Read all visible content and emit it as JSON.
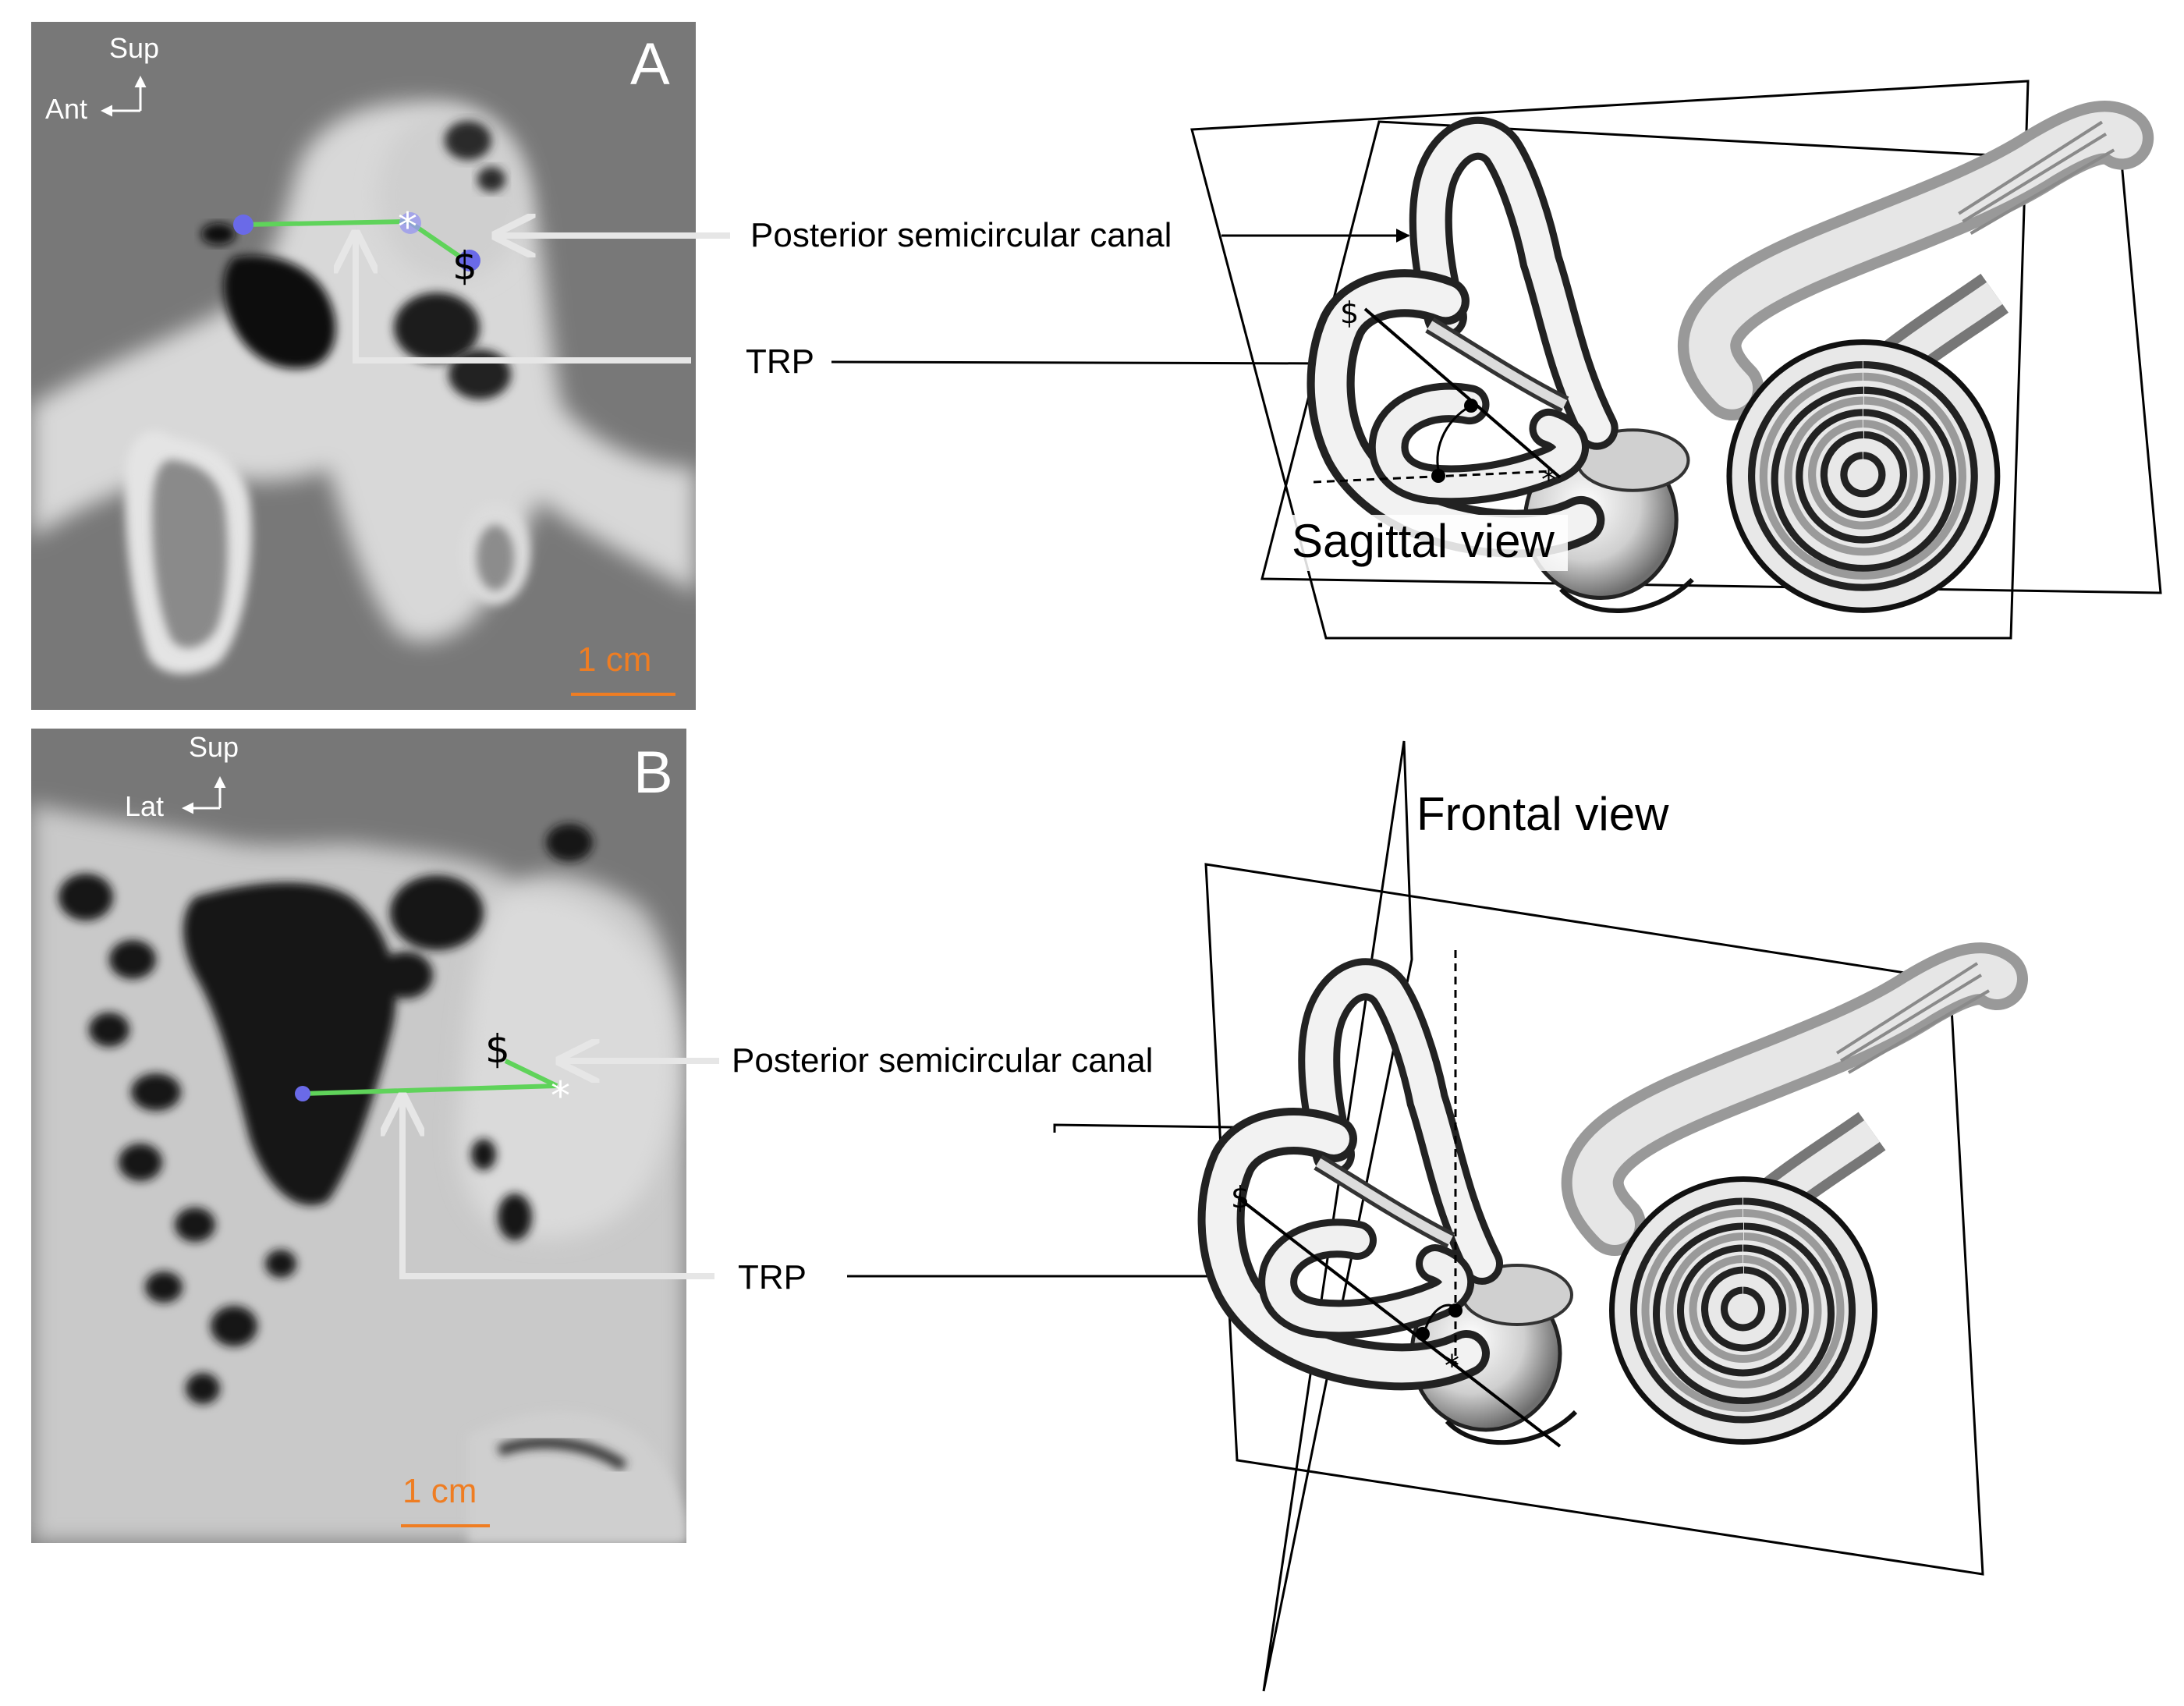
{
  "panel_a": {
    "letter": "A",
    "orient_up": "Sup",
    "orient_side": "Ant",
    "scale_label": "1 cm",
    "mark_dollar": "$",
    "mark_star": "*"
  },
  "panel_b": {
    "letter": "B",
    "orient_up": "Sup",
    "orient_side": "Lat",
    "scale_label": "1 cm",
    "mark_dollar": "$",
    "mark_star": "*"
  },
  "labels": {
    "psc_top": "Posterior semicircular canal",
    "trp_top": "TRP",
    "psc_bottom": "Posterior semicircular canal",
    "trp_bottom": "TRP"
  },
  "views": {
    "sagittal": "Sagittal view",
    "frontal": "Frontal view"
  },
  "ear_marks": {
    "dollar": "$",
    "star": "*"
  },
  "colors": {
    "measure_line": "#5fd35a",
    "landmark_point": "#6a6ae8",
    "scale_bar": "#ef7d22",
    "ct_background": "#777777"
  }
}
